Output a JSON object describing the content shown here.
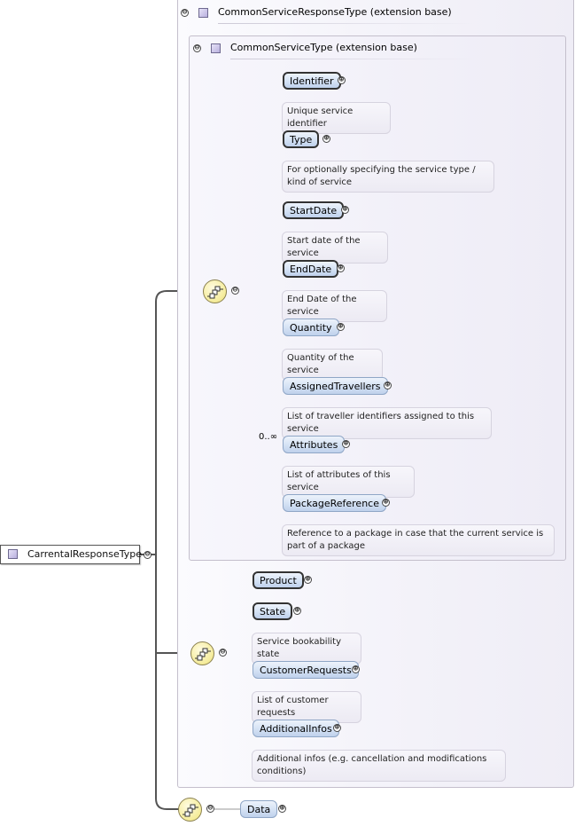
{
  "root": {
    "label": "CarrentalResponseType"
  },
  "outer_extension": {
    "title": "CommonServiceResponseType (extension base)"
  },
  "inner_extension": {
    "title": "CommonServiceType (extension base)"
  },
  "common_service_elements": [
    {
      "label": "Identifier",
      "required": true,
      "annotation": "Unique service identifier"
    },
    {
      "label": "Type",
      "required": true,
      "annotation": "For optionally specifying the service type / kind of service"
    },
    {
      "label": "StartDate",
      "required": true,
      "annotation": "Start date of the service"
    },
    {
      "label": "EndDate",
      "required": true,
      "annotation": "End Date of the service"
    },
    {
      "label": "Quantity",
      "required": false,
      "annotation": "Quantity of the service"
    },
    {
      "label": "AssignedTravellers",
      "required": false,
      "annotation": "List of traveller identifiers assigned to this service"
    },
    {
      "label": "Attributes",
      "required": false,
      "multiplicity": "0..∞",
      "annotation": "List of attributes of this service"
    },
    {
      "label": "PackageReference",
      "required": false,
      "annotation": "Reference to a package in case that the current service is part of a package"
    }
  ],
  "response_elements": [
    {
      "label": "Product",
      "required": true
    },
    {
      "label": "State",
      "required": true,
      "annotation": "Service bookability state"
    },
    {
      "label": "CustomerRequests",
      "required": false,
      "annotation": "List of customer requests"
    },
    {
      "label": "AdditionalInfos",
      "required": false,
      "annotation": "Additional infos (e.g. cancellation and modifications conditions)"
    }
  ],
  "carrental_elements": [
    {
      "label": "Data",
      "required": false
    }
  ],
  "symbols": {
    "expanded": "⊖",
    "collapsed": "⊕"
  },
  "colors": {
    "node_gradient_top": "#edf3fb",
    "node_gradient_bottom": "#bfd1ec",
    "sequence_fill": "#f5ec9a",
    "panel_bg": "#f3f2f9",
    "connector": "#555555"
  }
}
